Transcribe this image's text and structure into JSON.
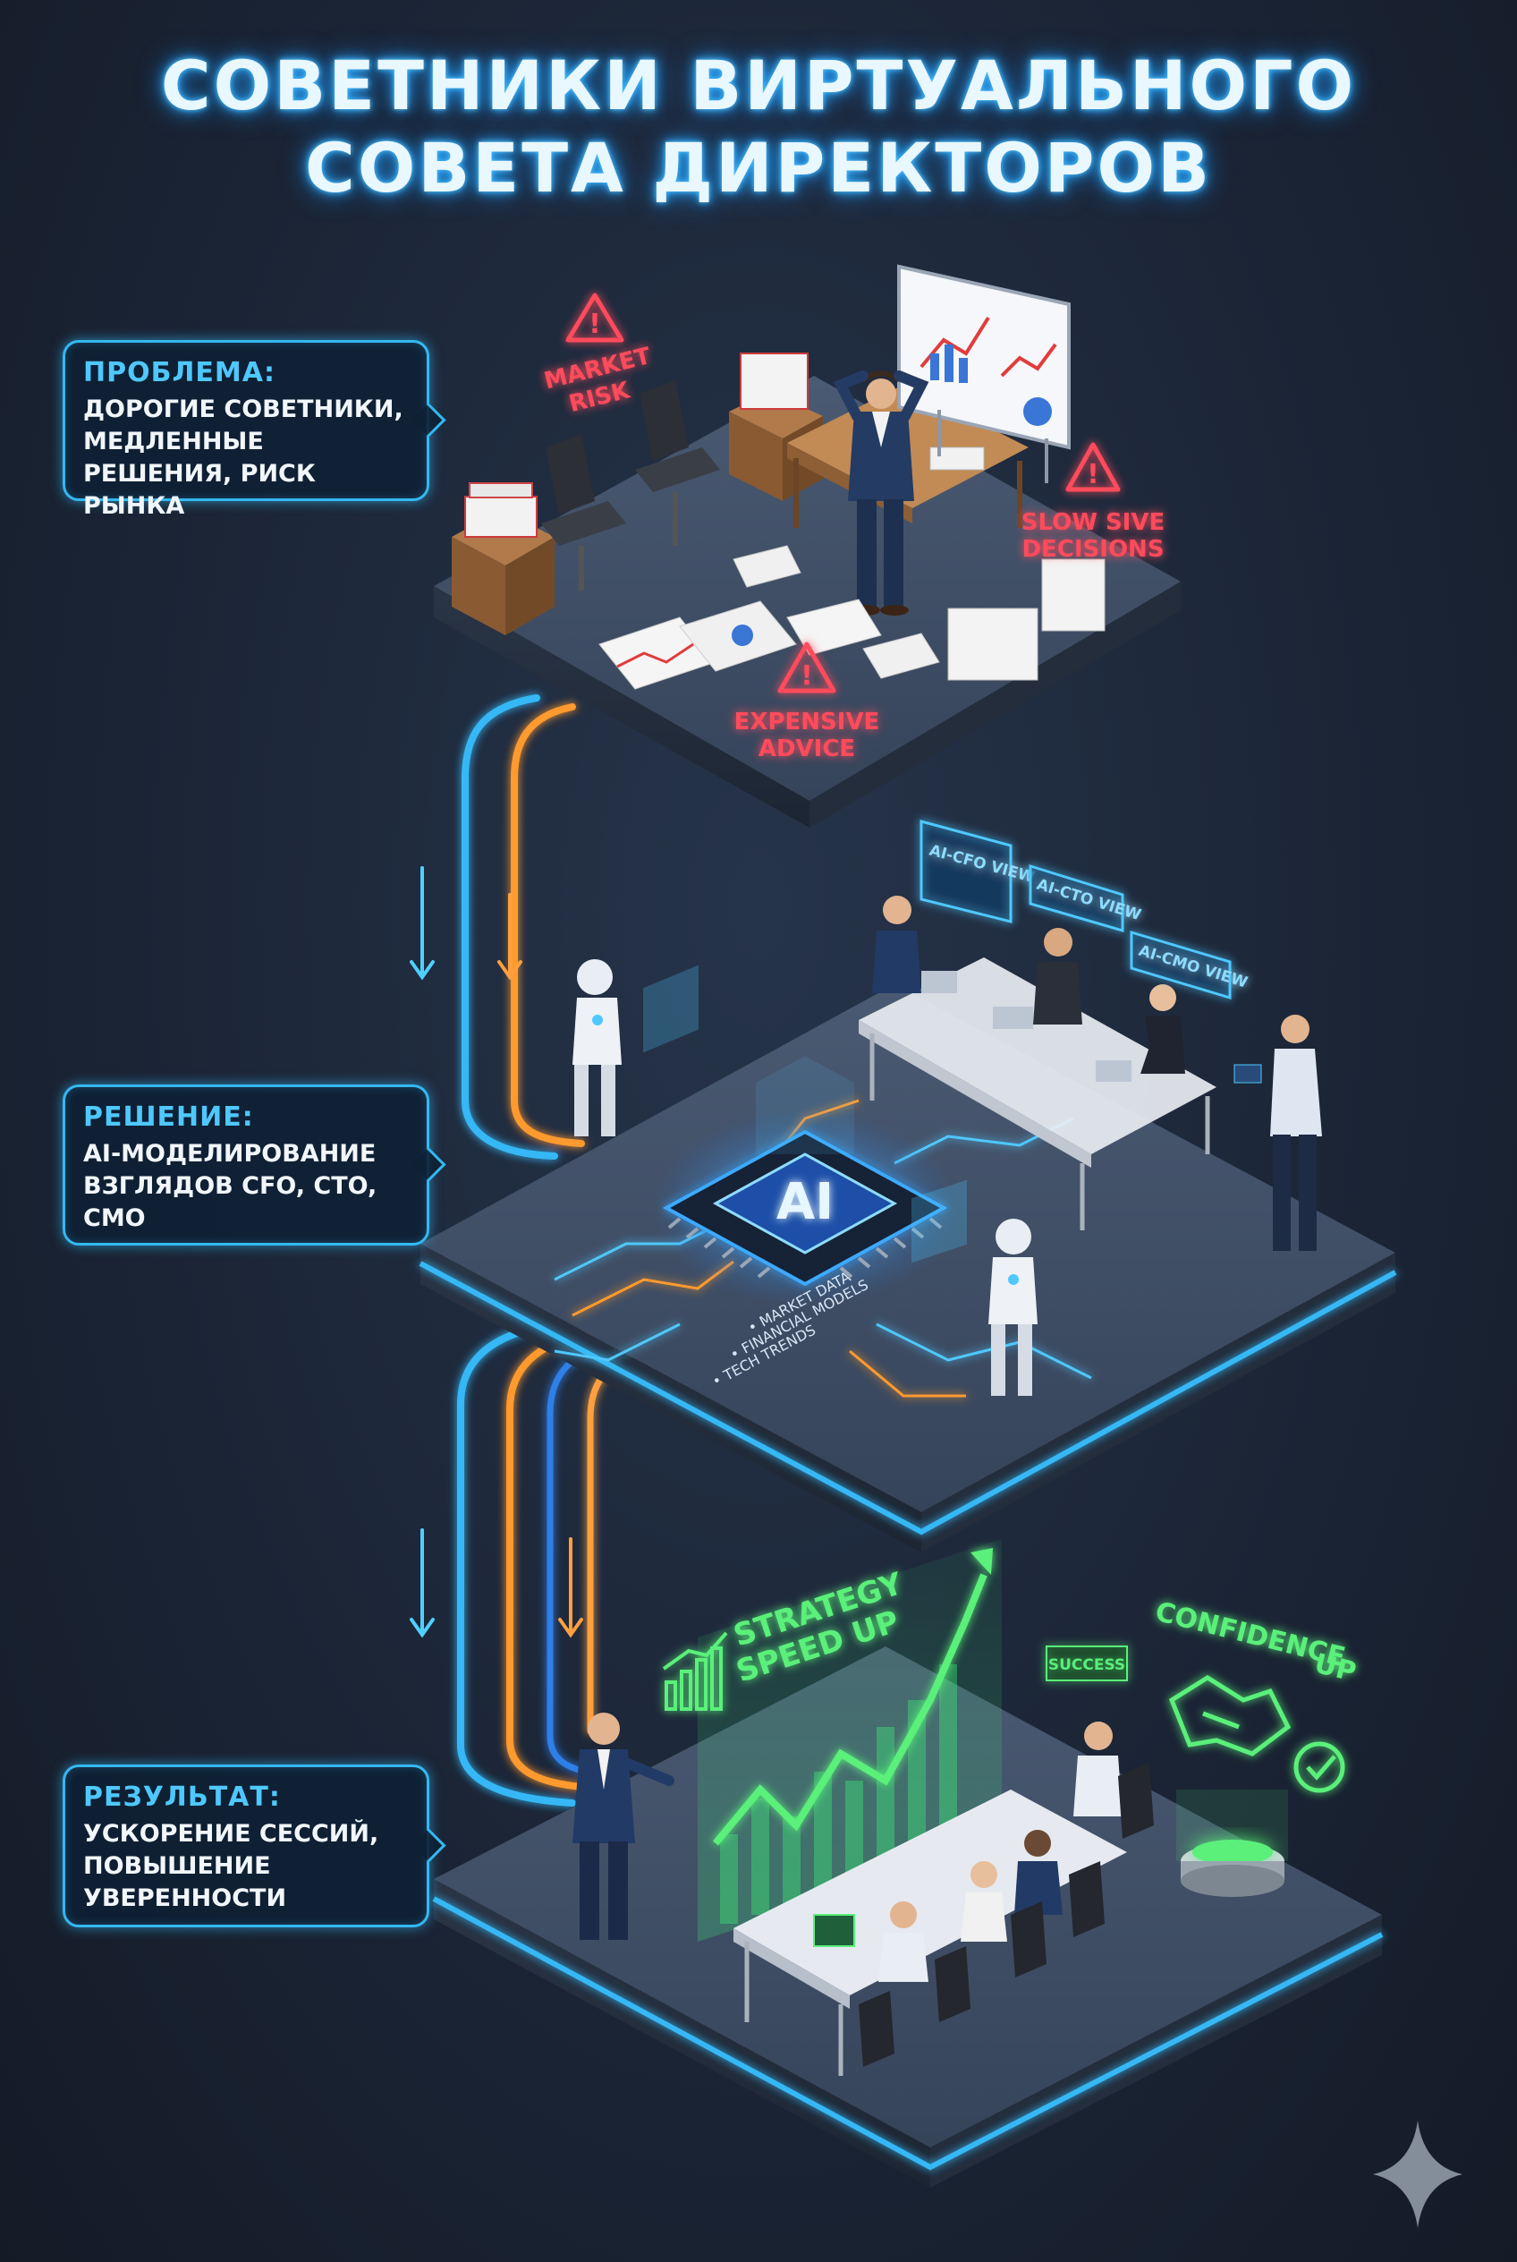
{
  "title": {
    "line1": "СОВЕТНИКИ ВИРТУАЛЬНОГО",
    "line2": "СОВЕТА ДИРЕКТОРОВ"
  },
  "sections": [
    {
      "id": "problem",
      "heading": "ПРОБЛЕМА:",
      "text": "ДОРОГИЕ СОВЕТНИКИ, МЕДЛЕННЫЕ РЕШЕНИЯ, РИСК РЫНКА",
      "warnings": [
        {
          "line1": "MARKET",
          "line2": "RISK"
        },
        {
          "line1": "SLOW SIVE",
          "line2": "DECISIONS"
        },
        {
          "line1": "EXPENSIVE",
          "line2": "ADVICE"
        }
      ]
    },
    {
      "id": "solution",
      "heading": "РЕШЕНИЕ:",
      "text": "AI-МОДЕЛИРОВАНИЕ ВЗГЛЯДОВ CFO, CTO, CMO",
      "chip_label": "AI",
      "view_tags": [
        "AI-CFO VIEW",
        "AI-CTO VIEW",
        "AI-CMO VIEW"
      ],
      "data_inputs": [
        "• MARKET DATA",
        "• FINANCIAL MODELS",
        "• TECH TRENDS"
      ]
    },
    {
      "id": "result",
      "heading": "РЕЗУЛЬТАТ:",
      "text": "УСКОРЕНИЕ СЕССИЙ, ПОВЫШЕНИЕ УВЕРЕННОСТИ",
      "strategy": {
        "line1": "STRATEGY",
        "line2": "SPEED UP"
      },
      "success_tag": "SUCCESS",
      "confidence": {
        "line1": "CONFIDENCE",
        "line2": "UP"
      }
    }
  ],
  "colors": {
    "accent_blue": "#34b8f2",
    "accent_orange": "#ff9a2e",
    "warning_red": "#ff4b5c",
    "holo_green": "#5af07a"
  }
}
